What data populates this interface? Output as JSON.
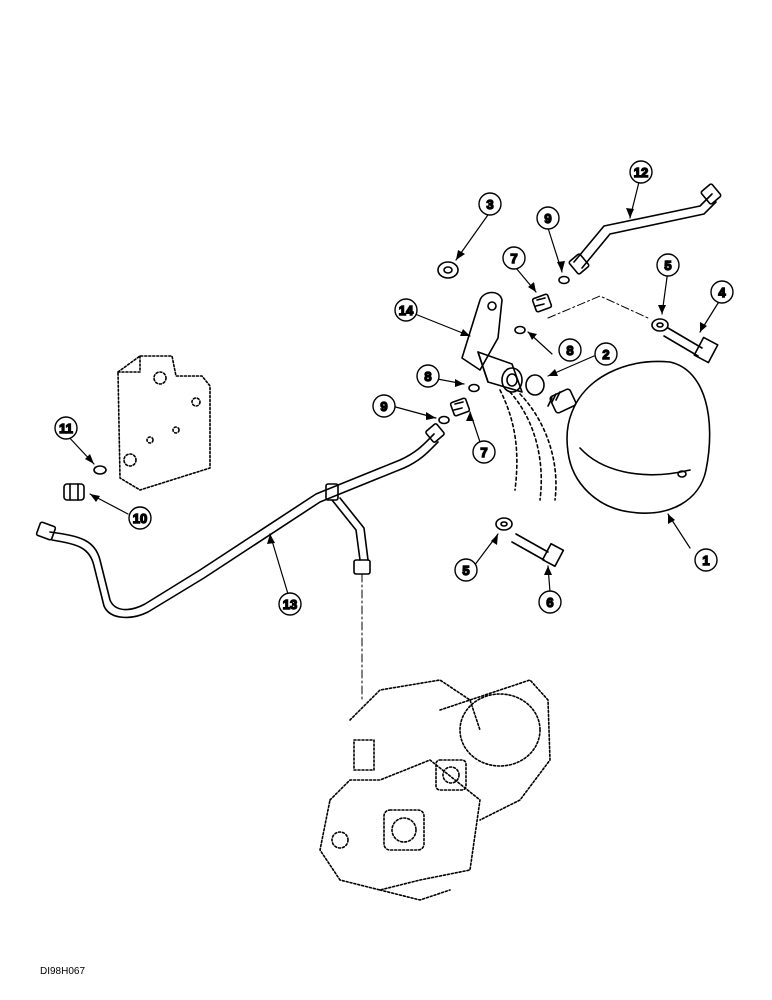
{
  "callouts": {
    "c1": "1",
    "c2": "2",
    "c3": "3",
    "c4": "4",
    "c5a": "5",
    "c5b": "5",
    "c6": "6",
    "c7a": "7",
    "c7b": "7",
    "c8a": "8",
    "c8b": "8",
    "c9a": "9",
    "c9b": "9",
    "c10": "10",
    "c11": "11",
    "c12": "12",
    "c13": "13",
    "c14": "14"
  },
  "figure_code": "DI98H067"
}
